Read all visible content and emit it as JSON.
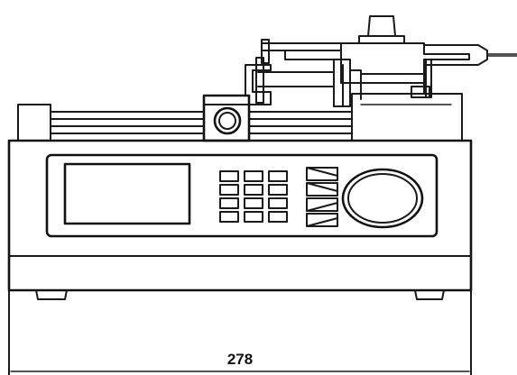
{
  "dimension": {
    "width_label": "278"
  },
  "device": {
    "keypad": {
      "rows": 4,
      "cols": 3
    },
    "arrow_buttons": 4
  },
  "colors": {
    "stroke": "#1a1a1a",
    "background": "#ffffff"
  }
}
